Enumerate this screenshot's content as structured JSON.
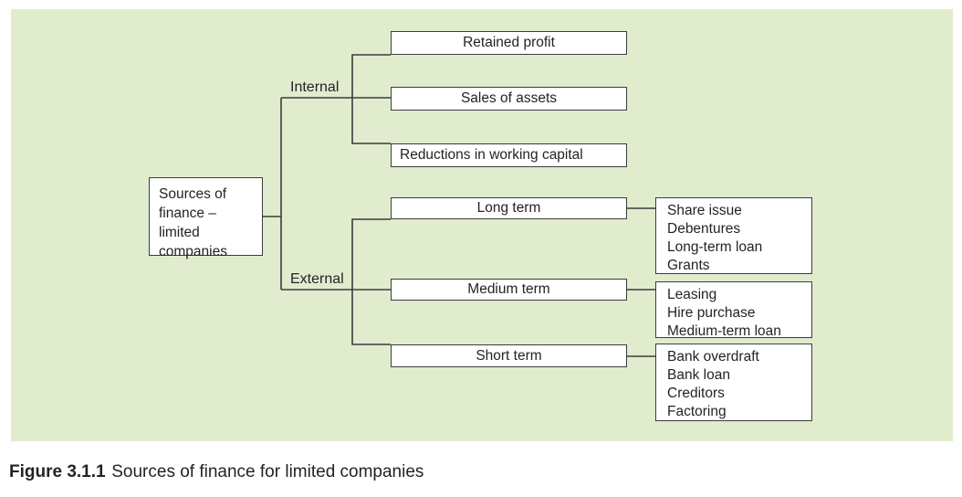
{
  "colors": {
    "panel_bg": "#e1ecce",
    "line": "#3c3c3c",
    "text": "#262223",
    "box_bg": "#ffffff"
  },
  "diagram": {
    "root": {
      "lines": [
        "Sources of",
        "finance –",
        "limited",
        "companies"
      ]
    },
    "branches": {
      "internal": {
        "label": "Internal",
        "children": [
          "Retained profit",
          "Sales of assets",
          "Reductions in working capital"
        ]
      },
      "external": {
        "label": "External",
        "children": [
          {
            "label": "Long term",
            "details": [
              "Share issue",
              "Debentures",
              "Long-term loan",
              "Grants"
            ]
          },
          {
            "label": "Medium term",
            "details": [
              "Leasing",
              "Hire purchase",
              "Medium-term loan"
            ]
          },
          {
            "label": "Short term",
            "details": [
              "Bank overdraft",
              "Bank loan",
              "Creditors",
              "Factoring"
            ]
          }
        ]
      }
    }
  },
  "caption": {
    "figure_label": "Figure 3.1.1",
    "text": "Sources of finance for limited companies"
  }
}
